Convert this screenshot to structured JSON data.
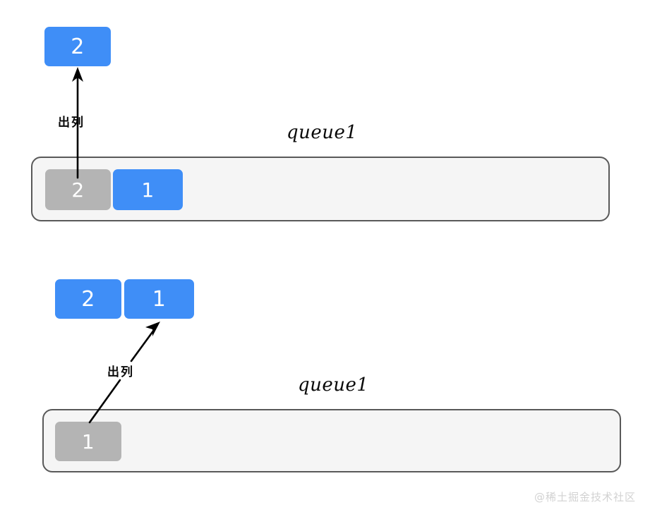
{
  "diagram": {
    "title_hidden": "",
    "colors": {
      "blue": "#3f8ef7",
      "gray": "#b4b4b4",
      "container_fill": "#f5f5f5",
      "container_border": "#595959",
      "arrow": "#000000",
      "watermark": "#d2d2d2"
    },
    "steps": [
      {
        "id": "step-1",
        "popped_value": "2",
        "queue_label": "queue1",
        "action_label": "出列",
        "arrow_direction": "up",
        "queue_items": [
          {
            "value": "2",
            "state": "dequeued",
            "color": "gray"
          },
          {
            "value": "1",
            "state": "active",
            "color": "blue"
          }
        ],
        "output_items": [
          {
            "value": "2",
            "color": "blue"
          }
        ]
      },
      {
        "id": "step-2",
        "popped_value": "1",
        "queue_label": "queue1",
        "action_label": "出列",
        "arrow_direction": "up-right",
        "queue_items": [
          {
            "value": "1",
            "state": "dequeued",
            "color": "gray"
          }
        ],
        "output_items": [
          {
            "value": "2",
            "color": "blue"
          },
          {
            "value": "1",
            "color": "blue"
          }
        ]
      }
    ]
  },
  "watermark": {
    "text": "@稀土掘金技术社区"
  }
}
